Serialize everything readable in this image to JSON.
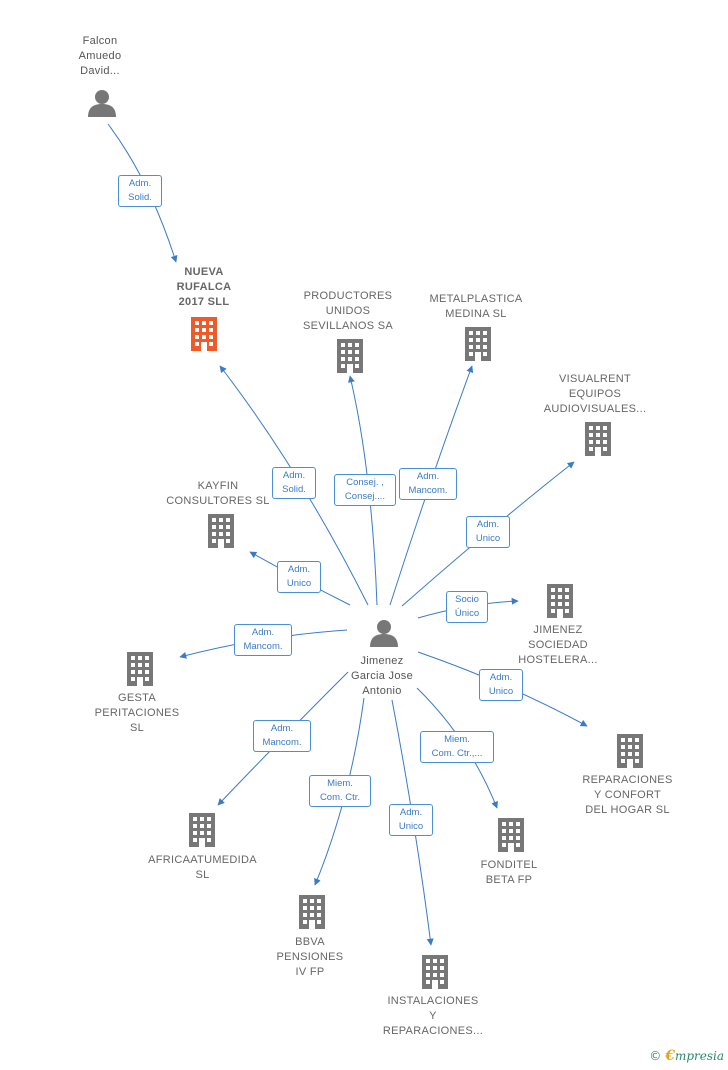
{
  "colors": {
    "edge": "#3a7bc8",
    "building_default": "#777777",
    "building_highlight": "#f05a28",
    "person": "#777777"
  },
  "people": {
    "falcon": [
      "Falcon",
      "Amuedo",
      "David..."
    ],
    "jimenez": [
      "Jimenez",
      "Garcia Jose",
      "Antonio"
    ]
  },
  "companies": {
    "nueva_rufalca": [
      "NUEVA",
      "RUFALCA",
      "2017  SLL"
    ],
    "productores": [
      "PRODUCTORES",
      "UNIDOS",
      "SEVILLANOS SA"
    ],
    "metalplastica": [
      "METALPLASTICA",
      "MEDINA  SL"
    ],
    "visualrent": [
      "VISUALRENT",
      "EQUIPOS",
      "AUDIOVISUALES..."
    ],
    "kayfin": [
      "KAYFIN",
      "CONSULTORES SL"
    ],
    "jimenez_sociedad": [
      "JIMENEZ",
      "SOCIEDAD",
      "HOSTELERA..."
    ],
    "gesta": [
      "GESTA",
      "PERITACIONES",
      "SL"
    ],
    "reparaciones": [
      "REPARACIONES",
      "Y CONFORT",
      "DEL HOGAR SL"
    ],
    "africaatumedida": [
      "AFRICAATUMEDIDA",
      "SL"
    ],
    "fonditel": [
      "FONDITEL",
      "BETA FP"
    ],
    "bbva": [
      "BBVA",
      "PENSIONES",
      "IV FP"
    ],
    "instalaciones": [
      "INSTALACIONES",
      "Y",
      "REPARACIONES..."
    ]
  },
  "edges": {
    "falcon_nueva": [
      "Adm.",
      "Solid."
    ],
    "jimenez_nueva": [
      "Adm.",
      "Solid."
    ],
    "jimenez_productores": [
      "Consej. ,",
      "Consej...."
    ],
    "jimenez_metalplastica": [
      "Adm.",
      "Mancom."
    ],
    "jimenez_visualrent": [
      "Adm.",
      "Unico"
    ],
    "jimenez_kayfin": [
      "Adm.",
      "Unico"
    ],
    "jimenez_sociedad": [
      "Socio",
      "Único"
    ],
    "jimenez_gesta": [
      "Adm.",
      "Mancom."
    ],
    "jimenez_reparaciones": [
      "Adm.",
      "Unico"
    ],
    "jimenez_africa": [
      "Adm.",
      "Mancom."
    ],
    "jimenez_fonditel": [
      "Miem.",
      "Com. Ctr.,..."
    ],
    "jimenez_bbva": [
      "Miem.",
      "Com. Ctr."
    ],
    "jimenez_instalaciones": [
      "Adm.",
      "Unico"
    ]
  },
  "footer": {
    "copyright": "©",
    "brand_first": "€",
    "brand_rest": "mpresia"
  }
}
